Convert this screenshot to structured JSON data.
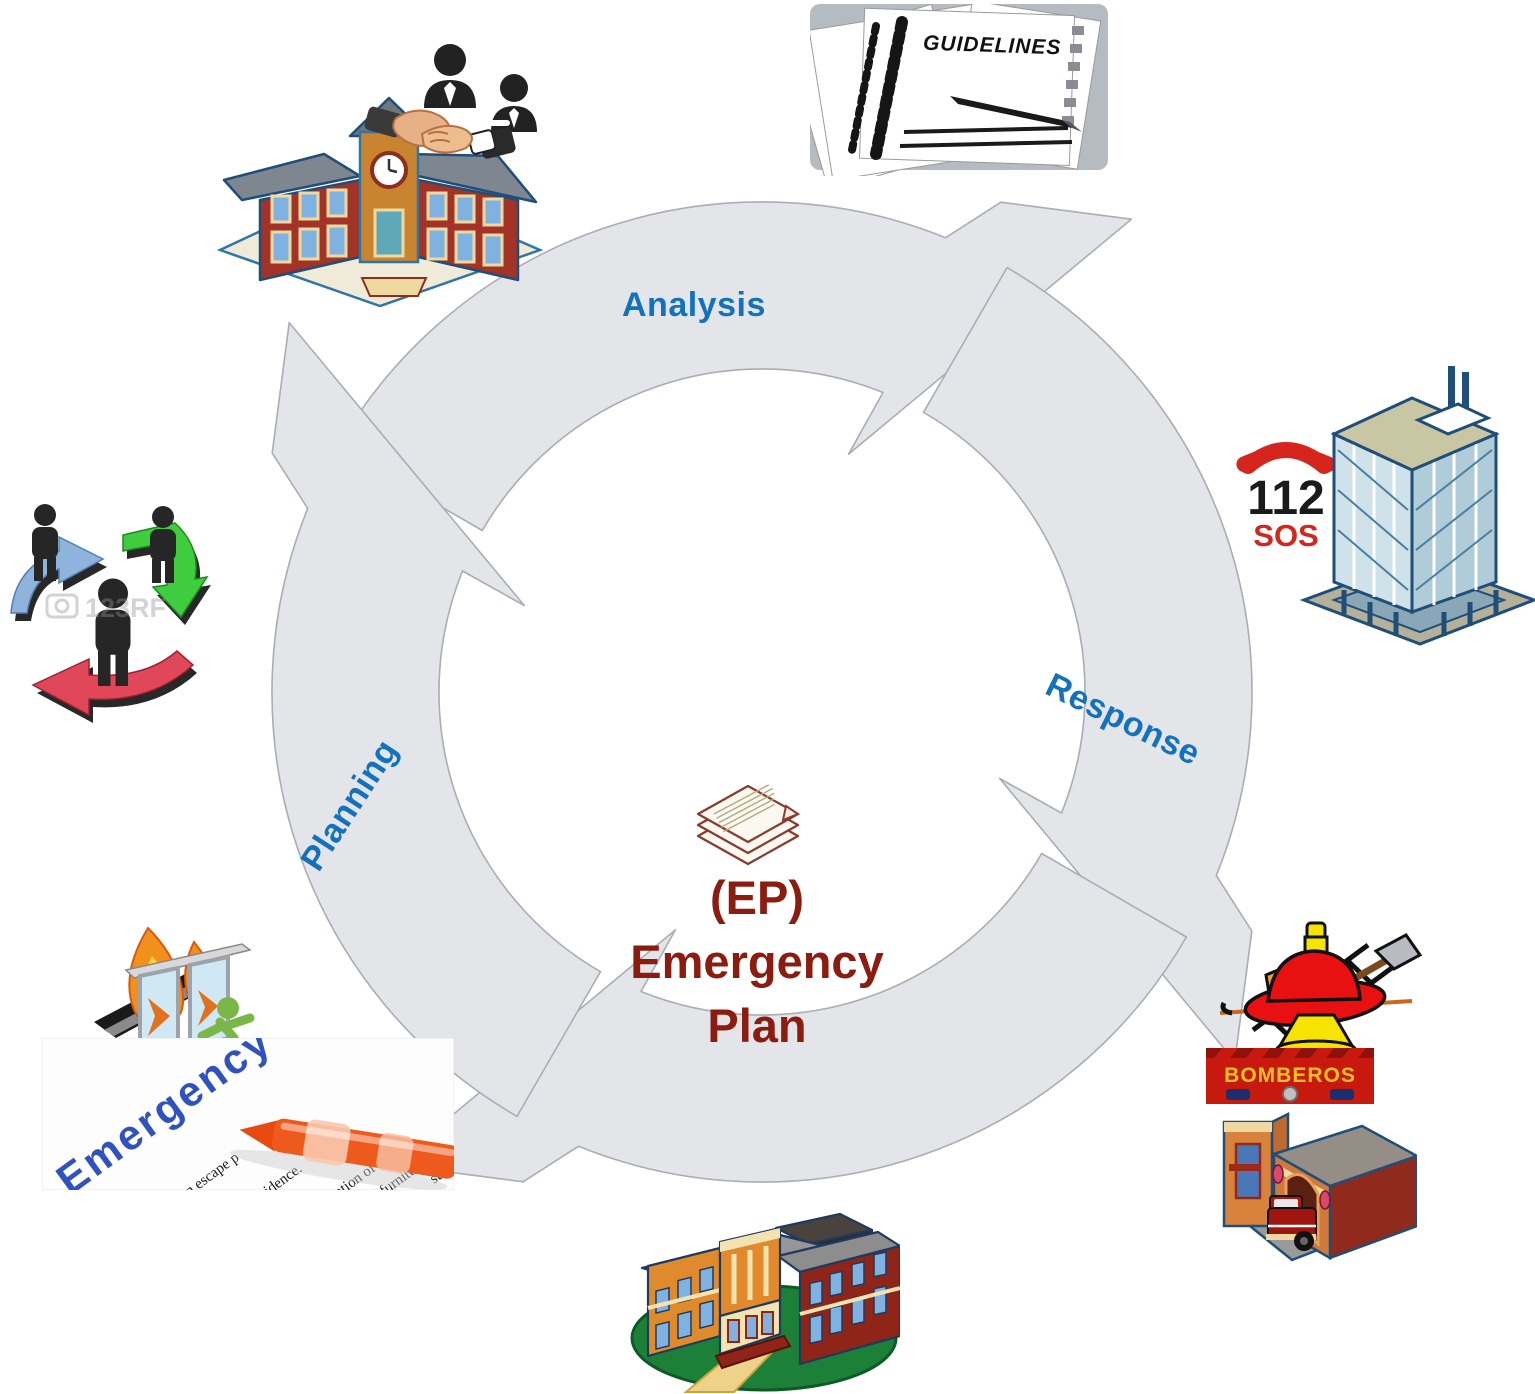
{
  "colors": {
    "label_blue": "#1272BD",
    "center_maroon": "#8B1C10",
    "arrow_fill": "#E4E5E9",
    "arrow_stroke": "#A9ADB5",
    "sos_red": "#D6251C",
    "bomberos_yellow": "#F2C41C"
  },
  "cycle": {
    "labels": {
      "analysis": "Analysis",
      "response": "Response",
      "planning": "Planning"
    }
  },
  "center": {
    "line1": "(EP)",
    "line2": "Emergency",
    "line3": "Plan"
  },
  "guidelines": {
    "title": "GUIDELINES"
  },
  "emergency_call": {
    "number": "112",
    "sos": "SOS"
  },
  "fire_station": {
    "banner": "BOMBEROS"
  },
  "plan_photo": {
    "headline": "Emergency Pla",
    "fragments": [
      "an escape p",
      "residence.",
      "location of",
      "furniture",
      "sun"
    ]
  },
  "watermark": {
    "text": "123RF"
  }
}
